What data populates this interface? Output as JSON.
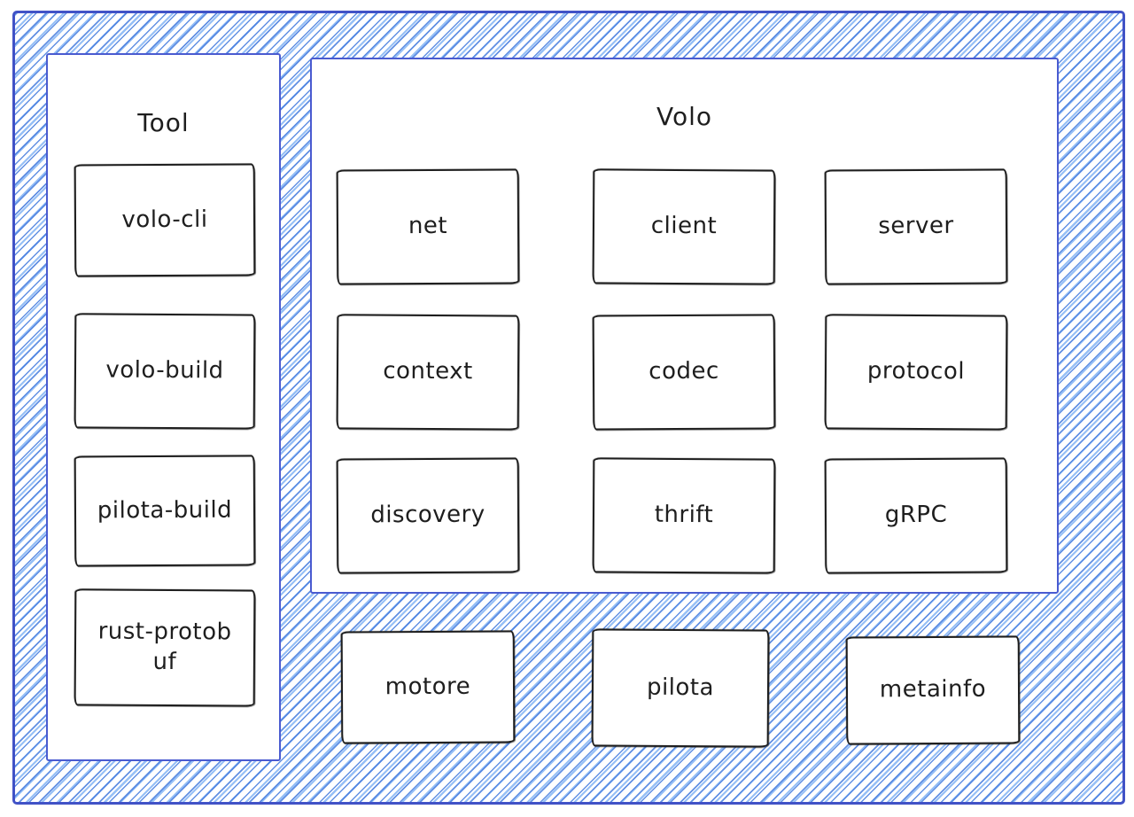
{
  "colors": {
    "frame_border": "#4152c6",
    "hatch_blue": "#467cde",
    "hatch_blue_light": "#8cb9f5",
    "panel_border": "#4a5bd0",
    "box_border": "#1e1e1e",
    "box_fill": "#ffffff",
    "text": "#1e1e1e"
  },
  "tool_panel": {
    "title": "Tool",
    "boxes": [
      {
        "label": "volo-cli"
      },
      {
        "label": "volo-build"
      },
      {
        "label": "pilota-build"
      },
      {
        "label": "rust-protob\nuf"
      }
    ]
  },
  "volo_panel": {
    "title": "Volo",
    "boxes": [
      {
        "label": "net"
      },
      {
        "label": "client"
      },
      {
        "label": "server"
      },
      {
        "label": "context"
      },
      {
        "label": "codec"
      },
      {
        "label": "protocol"
      },
      {
        "label": "discovery"
      },
      {
        "label": "thrift"
      },
      {
        "label": "gRPC"
      }
    ]
  },
  "standalone_boxes": [
    {
      "label": "motore"
    },
    {
      "label": "pilota"
    },
    {
      "label": "metainfo"
    }
  ]
}
